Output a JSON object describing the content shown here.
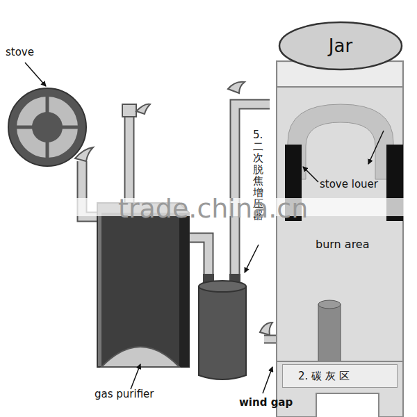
{
  "diagram": {
    "nodes": [
      {
        "text": [
          "Jar"
        ]
      },
      {
        "text": [
          "stove louer",
          "burn area"
        ]
      },
      {
        "text": [
          "2. 碳 灰 区"
        ],
        "in": 1
      }
    ],
    "labels": [
      "stove",
      "gas purifier",
      "wind gap",
      "5.二次脱焦增压器",
      "trade.china.cn"
    ]
  }
}
